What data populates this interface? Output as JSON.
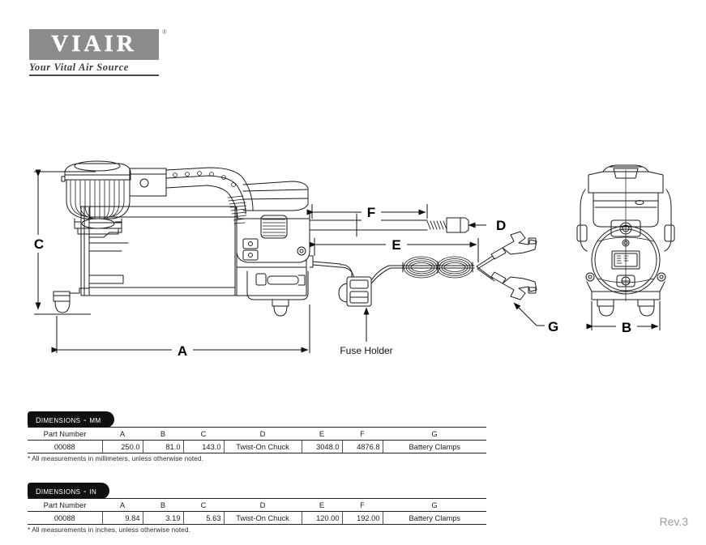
{
  "brand": {
    "name": "VIAIR",
    "registered_mark": "®",
    "tagline": "Your Vital Air Source"
  },
  "drawing": {
    "dimension_labels": {
      "a": "A",
      "b": "B",
      "c": "C",
      "d": "D",
      "e": "E",
      "f": "F",
      "g": "G"
    },
    "callouts": {
      "fuse_holder": "Fuse Holder"
    }
  },
  "tables": [
    {
      "id": "mm",
      "tab_label": "Dimensions - MM",
      "columns": [
        "Part Number",
        "A",
        "B",
        "C",
        "D",
        "E",
        "F",
        "G"
      ],
      "rows": [
        [
          "00088",
          "250.0",
          "81.0",
          "143.0",
          "Twist-On Chuck",
          "3048.0",
          "4876.8",
          "Battery Clamps"
        ]
      ],
      "footnote": "* All measurements in millimeters, unless otherwise noted."
    },
    {
      "id": "in",
      "tab_label": "Dimensions - IN",
      "columns": [
        "Part Number",
        "A",
        "B",
        "C",
        "D",
        "E",
        "F",
        "G"
      ],
      "rows": [
        [
          "00088",
          "9.84",
          "3.19",
          "5.63",
          "Twist-On Chuck",
          "120.00",
          "192.00",
          "Battery Clamps"
        ]
      ],
      "footnote": "* All measurements in inches, unless otherwise noted."
    }
  ],
  "revision": "Rev.3",
  "colors": {
    "logo_bg": "#8b8b8b",
    "tab_bg": "#111111",
    "line": "#1a1a1a",
    "rev_text": "#9d9d9d"
  }
}
